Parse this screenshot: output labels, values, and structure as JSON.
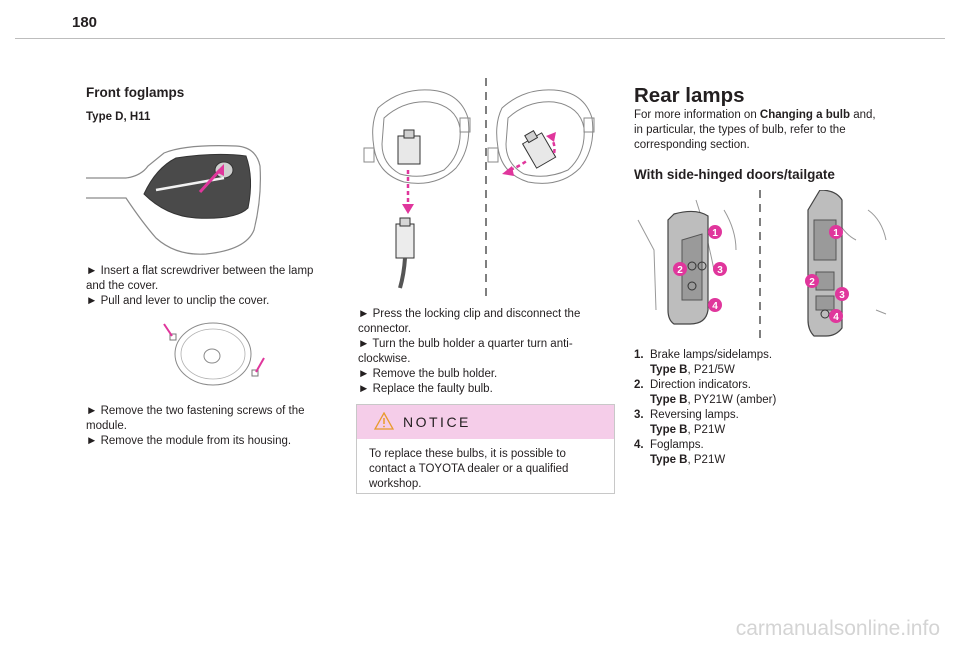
{
  "page": {
    "number": "180",
    "footer": "carmanualsonline.info"
  },
  "col1": {
    "heading": "Front foglamps",
    "type_label": "Type D, H11",
    "steps1": [
      "►  Insert a flat screwdriver between the lamp and the cover.",
      "►  Pull and lever to unclip the cover."
    ],
    "steps2": [
      "►  Remove the two fastening screws of the module.",
      "►  Remove the module from its housing."
    ]
  },
  "col2": {
    "steps": [
      "►  Press the locking clip and disconnect the connector.",
      "►  Turn the bulb holder a quarter turn anti-clockwise.",
      "►  Remove the bulb holder.",
      "►  Replace the faulty bulb."
    ],
    "notice": {
      "title": "NOTICE",
      "text": "To replace these bulbs, it is possible to contact a TOYOTA dealer or a qualified workshop."
    }
  },
  "col3": {
    "heading": "Rear lamps",
    "intro_before": "For more information on ",
    "intro_bold": "Changing a bulb",
    "intro_after": " and, in particular, the types of bulb, refer to the corresponding section.",
    "subheading": "With side-hinged doors/tailgate",
    "list": [
      {
        "num": "1.",
        "label": "Brake lamps/sidelamps.",
        "type_word": "Type B",
        "spec": ", P21/5W"
      },
      {
        "num": "2.",
        "label": "Direction indicators.",
        "type_word": "Type B",
        "spec": ", PY21W (amber)"
      },
      {
        "num": "3.",
        "label": "Reversing lamps.",
        "type_word": "Type B",
        "spec": ", P21W"
      },
      {
        "num": "4.",
        "label": "Foglamps.",
        "type_word": "Type B",
        "spec": ", P21W"
      }
    ],
    "markers": [
      "1",
      "2",
      "3",
      "4"
    ]
  },
  "colors": {
    "accent": "#e0369c",
    "notice_bg": "#f5cde9",
    "line": "#555555"
  }
}
